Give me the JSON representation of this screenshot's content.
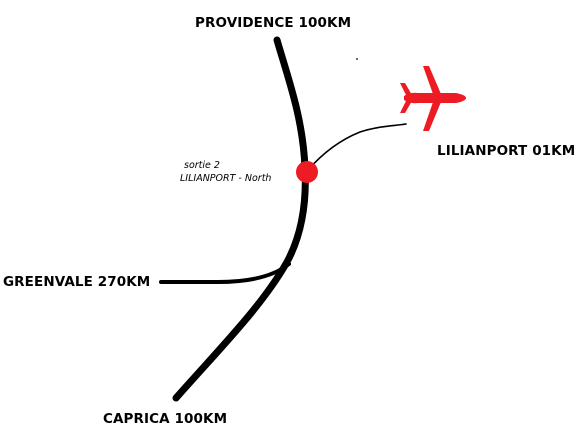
{
  "destinations": {
    "north": {
      "name": "PROVIDENCE",
      "distance": "100KM"
    },
    "east": {
      "name": "LILIANPORT",
      "distance": "01KM"
    },
    "west": {
      "name": "GREENVALE",
      "distance": "270KM"
    },
    "south": {
      "name": "CAPRICA",
      "distance": "100KM"
    }
  },
  "exit": {
    "line1": "sortie 2",
    "line2": "LILIANPORT - North"
  },
  "icons": {
    "airport": "airplane-icon",
    "junction": "junction-marker"
  },
  "colors": {
    "road": "#000000",
    "junction": "#ed1c24",
    "airplane": "#ed1c24",
    "text": "#000000",
    "background": "#ffffff"
  }
}
